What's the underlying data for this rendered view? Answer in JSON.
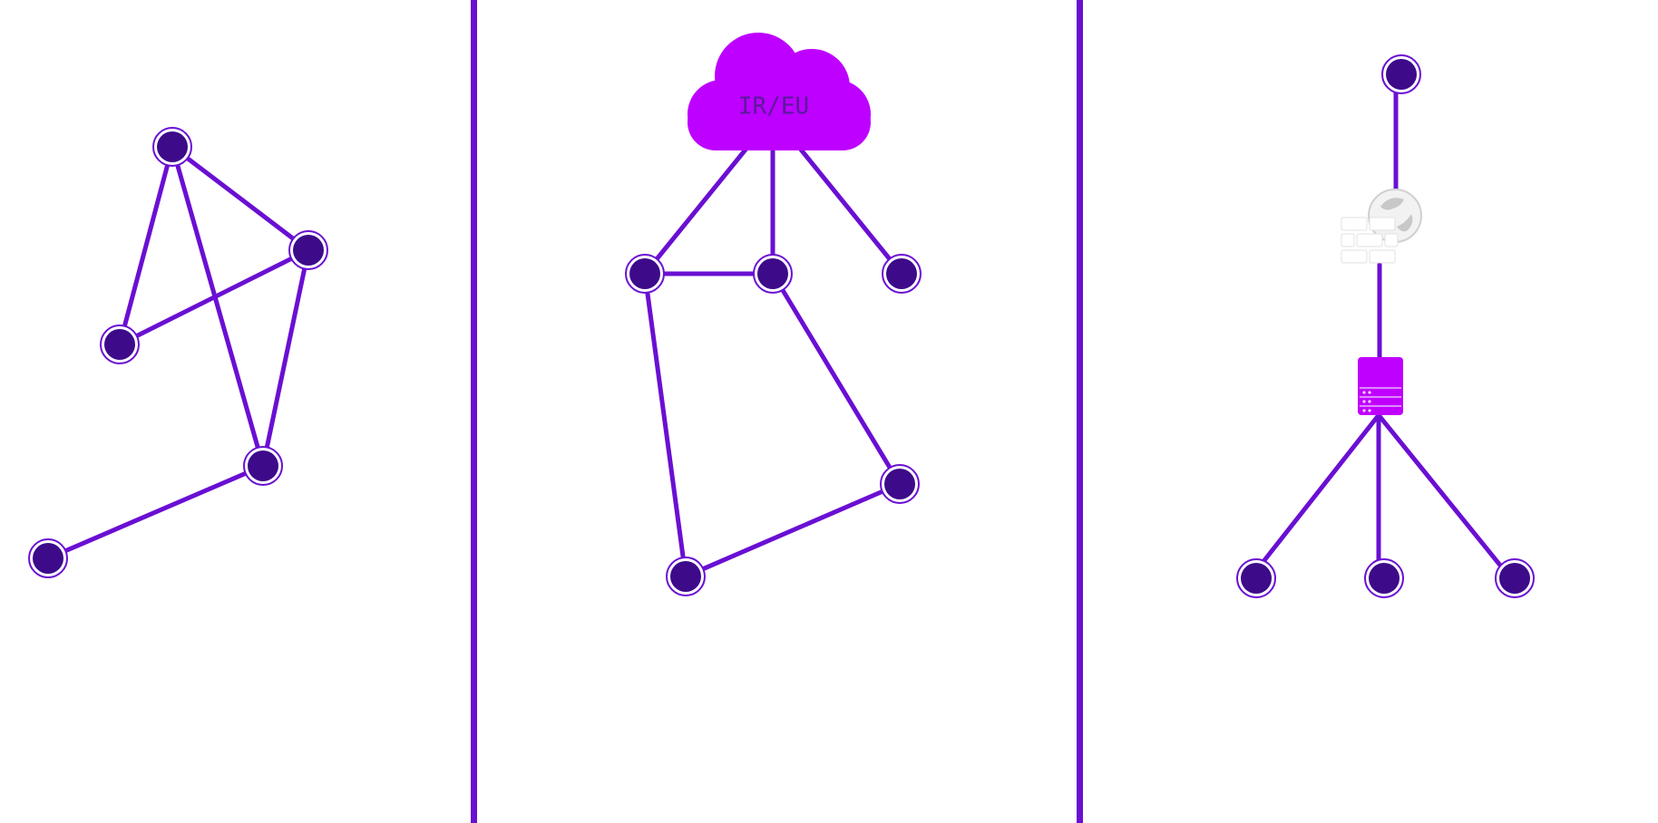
{
  "colors": {
    "edge": "#6a0fd3",
    "node_fill": "#3d0a8a",
    "node_ring": "#ffffff",
    "cloud": "#bd00ff",
    "cloud_text": "#5a1a9a",
    "server": "#c000ff",
    "divider": "#6a0fd3"
  },
  "panels": [
    {
      "name": "mesh-topology",
      "nodes": [
        "n1",
        "n2",
        "n3",
        "n4",
        "n5"
      ],
      "edges": [
        [
          "n1",
          "n2"
        ],
        [
          "n1",
          "n3"
        ],
        [
          "n1",
          "n4"
        ],
        [
          "n2",
          "n3"
        ],
        [
          "n2",
          "n4"
        ],
        [
          "n4",
          "n5"
        ]
      ]
    },
    {
      "name": "cloud-topology",
      "cloud": {
        "label": "IR/EU",
        "icon": "cloud-icon"
      },
      "nodes": [
        "c1",
        "c2",
        "c3",
        "c4",
        "c5"
      ],
      "edges": [
        [
          "cloud",
          "c1"
        ],
        [
          "cloud",
          "c2"
        ],
        [
          "cloud",
          "c3"
        ],
        [
          "c1",
          "c2"
        ],
        [
          "c1",
          "c4"
        ],
        [
          "c2",
          "c5"
        ],
        [
          "c4",
          "c5"
        ]
      ]
    },
    {
      "name": "firewall-server-topology",
      "firewall_icon": "firewall-icon",
      "server_icon": "server-icon",
      "nodes": [
        "t1",
        "b1",
        "b2",
        "b3"
      ],
      "edges": [
        [
          "t1",
          "firewall"
        ],
        [
          "firewall",
          "server"
        ],
        [
          "server",
          "b1"
        ],
        [
          "server",
          "b2"
        ],
        [
          "server",
          "b3"
        ]
      ]
    }
  ]
}
